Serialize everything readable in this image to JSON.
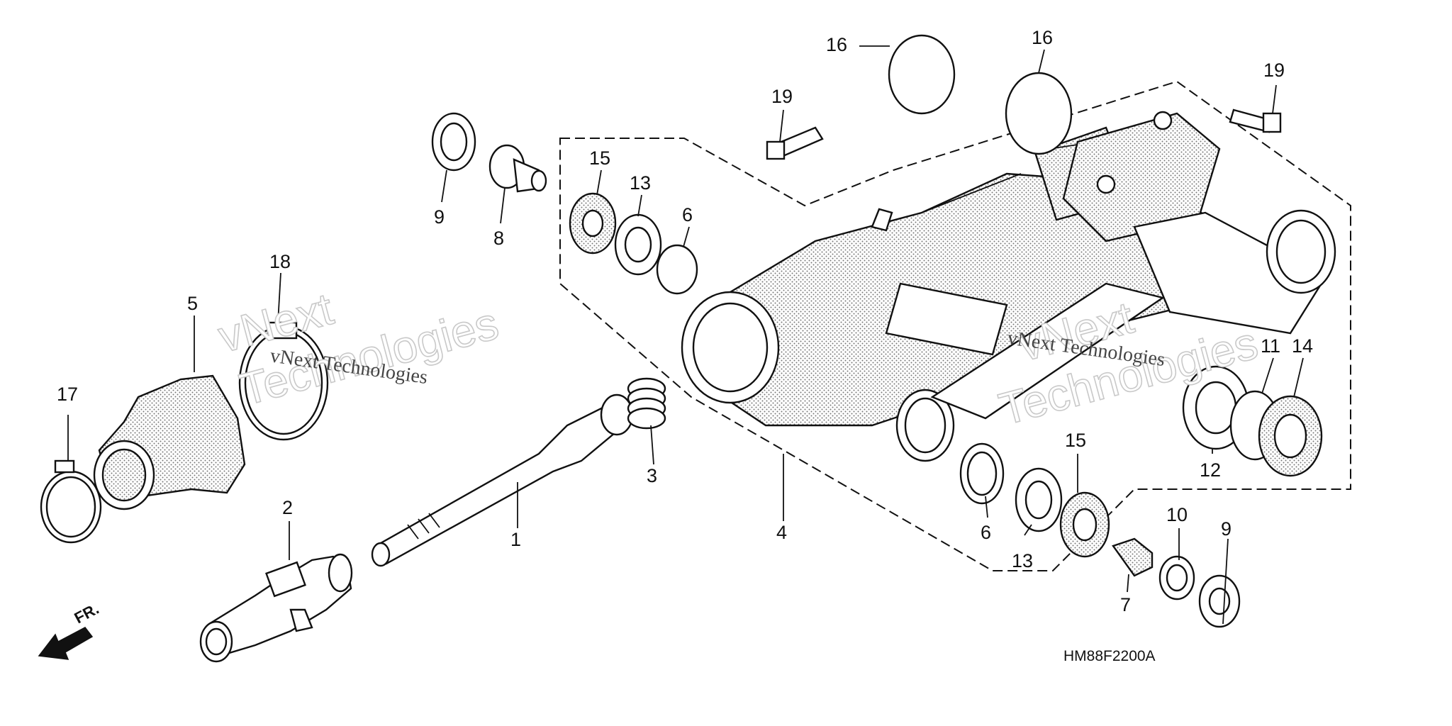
{
  "diagram": {
    "drawing_code": "HM88F2200A",
    "front_indicator": "FR.",
    "watermark": {
      "line1": "vNext",
      "line2": "Technologies",
      "line3": "vNext Technologies"
    },
    "callouts": {
      "c1": "1",
      "c2": "2",
      "c3": "3",
      "c4": "4",
      "c5": "5",
      "c6a": "6",
      "c6b": "6",
      "c7": "7",
      "c8": "8",
      "c9a": "9",
      "c9b": "9",
      "c10": "10",
      "c11": "11",
      "c12": "12",
      "c13a": "13",
      "c13b": "13",
      "c14": "14",
      "c15a": "15",
      "c15b": "15",
      "c16a": "16",
      "c16b": "16",
      "c17": "17",
      "c18": "18",
      "c19a": "19",
      "c19b": "19"
    }
  }
}
